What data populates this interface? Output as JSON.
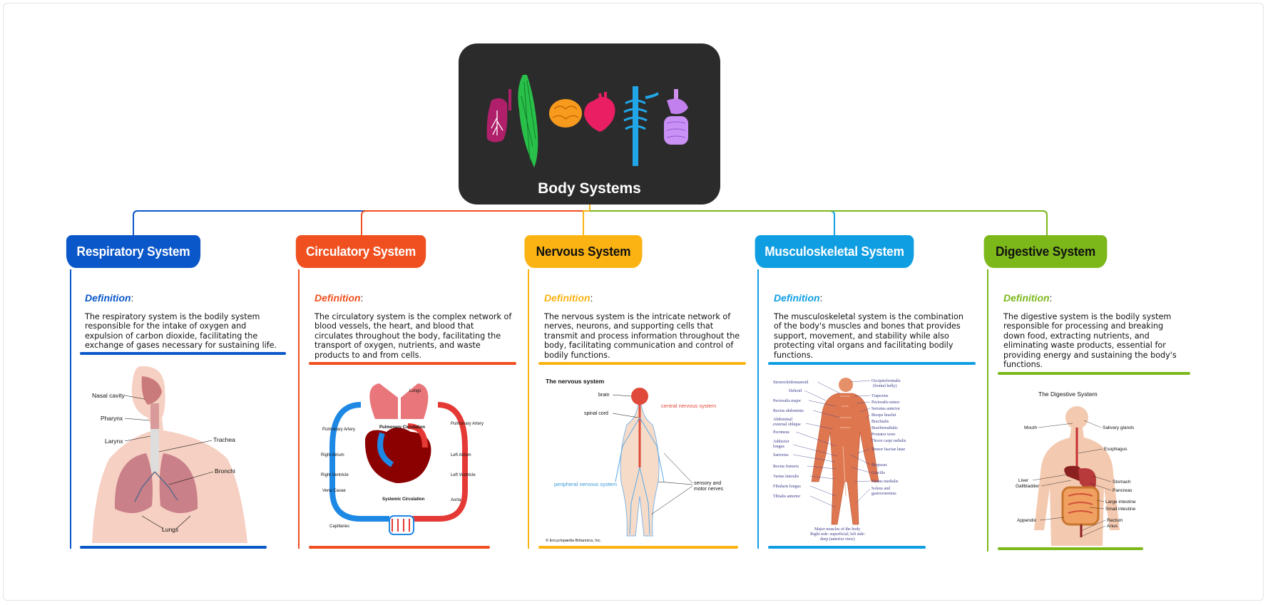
{
  "root": {
    "title": "Body Systems",
    "icons": [
      "lungs-icon",
      "muscle-icon",
      "brain-icon",
      "heart-icon",
      "skeleton-icon",
      "digestive-tract-icon"
    ]
  },
  "colors": {
    "respiratory": "#0a57c9",
    "circulatory": "#f0501f",
    "nervous": "#fbb313",
    "musculoskeletal": "#109ee2",
    "digestive": "#7db81a",
    "root_bg": "#2b2b2b"
  },
  "branches": [
    {
      "title": "Respiratory System",
      "definition_label": "Definition",
      "definition_colon": ":",
      "definition": "The respiratory system is the bodily system responsible for the intake of oxygen and expulsion of carbon dioxide, facilitating the exchange of gases necessary for sustaining life.",
      "image": {
        "labels": [
          "Nasal cavity",
          "Pharynx",
          "Larynx",
          "Trachea",
          "Bronchi",
          "Lungs"
        ]
      }
    },
    {
      "title": "Circulatory System",
      "definition_label": "Definition",
      "definition_colon": ":",
      "definition": "The circulatory system is the complex network of blood vessels, the heart, and blood that circulates throughout the body, facilitating the transport of oxygen, nutrients, and waste products to and from cells.",
      "image": {
        "labels": [
          "Lungs",
          "Pulmonary Circulation",
          "Pulmonary Artery",
          "Pulmonary Artery",
          "Right Atrium",
          "Left Atrium",
          "Right Ventricle",
          "Left Ventricle",
          "Vena Cavae",
          "Systemic Circulation",
          "Aorta",
          "Capillaries"
        ]
      }
    },
    {
      "title": "Nervous System",
      "definition_label": "Definition",
      "definition_colon": ":",
      "definition": "The nervous system is the intricate network of nerves, neurons, and supporting cells that transmit and process information throughout the body, facilitating communication and control of bodily functions.",
      "image": {
        "title": "The nervous system",
        "labels": [
          "brain",
          "spinal cord",
          "central nervous system",
          "peripheral nervous system",
          "sensory and",
          "motor nerves"
        ],
        "credit": "© Encyclopædia Britannica, Inc."
      }
    },
    {
      "title": "Musculoskeletal System",
      "definition_label": "Definition",
      "definition_colon": ":",
      "definition": "The musculoskeletal system is the combination of the body's muscles and bones that provides support, movement, and stability while also protecting vital organs and facilitating bodily functions.",
      "image": {
        "labels_left": [
          "Sternocleidomastoid",
          "Deltoid",
          "Pectoralis major",
          "Rectus abdominis",
          "Abdominal",
          "external oblique",
          "Pectineus",
          "Adductor",
          "longus",
          "Sartorius",
          "Rectus femoris",
          "Vastus lateralis",
          "Fibularis longus",
          "Tibialis anterior"
        ],
        "labels_right": [
          "Occipitofrontalis",
          "(frontal belly)",
          "Trapezius",
          "Pectoralis minor",
          "Serratus anterior",
          "Biceps brachii",
          "Brachialis",
          "Brachioradialis",
          "Pronator teres",
          "Flexor carpi radialis",
          "Tensor fasciae latae",
          "Iliopsoas",
          "Gracilis",
          "Vastus medialis",
          "Soleus and",
          "gastrocnemius"
        ],
        "caption": [
          "Major muscles of the body",
          "Right side: superficial; left side:",
          "deep (anterior view)"
        ]
      }
    },
    {
      "title": "Digestive System",
      "definition_label": "Definition",
      "definition_colon": ":",
      "definition": "The digestive system is the bodily system responsible for processing and breaking down food, extracting nutrients, and eliminating waste products, essential for providing energy and sustaining the body's functions.",
      "image": {
        "title": "The Digestive System",
        "labels": [
          "Mouth",
          "Salivary glands",
          "Esophagus",
          "Liver",
          "Gallbladder",
          "Stomach",
          "Pancreas",
          "Large intestine",
          "Small intestine",
          "Appendix",
          "Rectum",
          "Anus"
        ]
      }
    }
  ]
}
